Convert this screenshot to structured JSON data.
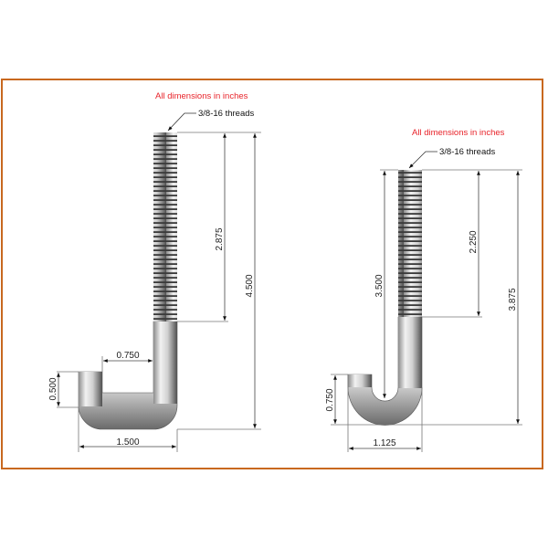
{
  "colors": {
    "frame": "#c8681f",
    "note": "#e8232a",
    "dim_line": "#555555"
  },
  "left_bolt": {
    "note": "All dimensions in inches",
    "thread_label": "3/8-16 threads",
    "dims": {
      "thread_length": "2.875",
      "overall_length": "4.500",
      "hook_gap": "0.750",
      "hook_height": "0.500",
      "hook_width": "1.500"
    }
  },
  "right_bolt": {
    "note": "All dimensions in inches",
    "thread_label": "3/8-16 threads",
    "dims": {
      "length_to_bend": "3.500",
      "thread_length": "2.250",
      "overall_length": "3.875",
      "hook_height": "0.750",
      "hook_width": "1.125"
    }
  }
}
